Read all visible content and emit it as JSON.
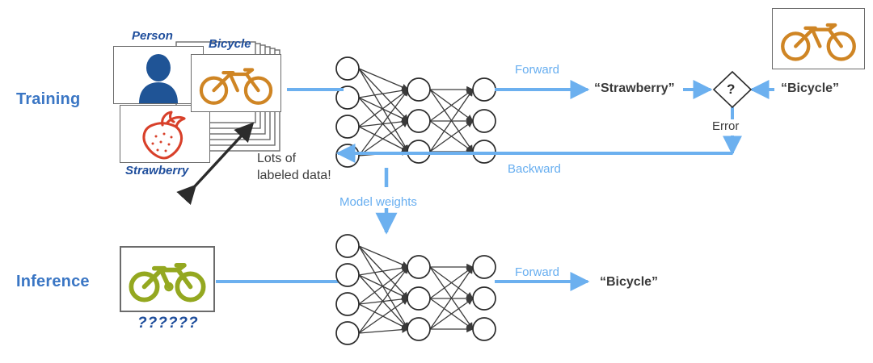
{
  "diagram": {
    "title_rows": [
      {
        "label": "Training"
      },
      {
        "label": "Inference"
      }
    ],
    "training": {
      "cards": [
        {
          "label": "Person",
          "icon": "person-silhouette-icon",
          "color": "#1f5496"
        },
        {
          "label": "Bicycle",
          "icon": "bicycle-icon",
          "color": "#cf8524"
        },
        {
          "label": "Strawberry",
          "icon": "strawberry-icon",
          "color": "#d8402a"
        }
      ],
      "stack_note_line1": "Lots of",
      "stack_note_line2": "labeled data!",
      "stack_arrow": "double-headed-diagonal-arrow",
      "forward_label": "Forward",
      "backward_label": "Backward",
      "prediction": "“Strawberry”",
      "ground_truth": "“Bicycle”",
      "compare_symbol": "?",
      "error_label": "Error",
      "truth_card": {
        "icon": "bicycle-icon",
        "color": "#cf8524"
      }
    },
    "model_weights": {
      "label": "Model weights",
      "arrow": "down-arrow"
    },
    "inference": {
      "input_card": {
        "icon": "bicycle-icon",
        "color": "#94a820"
      },
      "input_card_label": "??????",
      "forward_label": "Forward",
      "prediction": "“Bicycle”"
    },
    "network": {
      "layers": [
        4,
        3,
        3
      ],
      "node_fill": "#ffffff",
      "node_stroke": "#2b2b2b",
      "edge_color": "#3a3a3a"
    },
    "colors": {
      "accent_blue": "#3a76c4",
      "flow_blue": "#6cb0ef",
      "label_blue": "#1f4e9c",
      "orange": "#cf8524",
      "olive": "#94a820",
      "red": "#d8402a",
      "gray_text": "#3d3d3d",
      "card_border": "#6b6b6b"
    }
  }
}
